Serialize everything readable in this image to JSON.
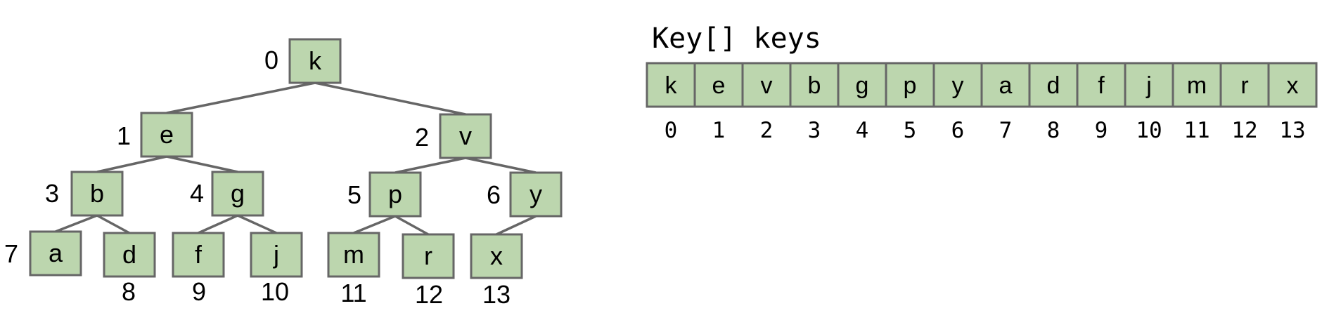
{
  "tree": {
    "nodes": [
      {
        "index": "0",
        "key": "k"
      },
      {
        "index": "1",
        "key": "e"
      },
      {
        "index": "2",
        "key": "v"
      },
      {
        "index": "3",
        "key": "b"
      },
      {
        "index": "4",
        "key": "g"
      },
      {
        "index": "5",
        "key": "p"
      },
      {
        "index": "6",
        "key": "y"
      },
      {
        "index": "7",
        "key": "a"
      },
      {
        "index": "8",
        "key": "d"
      },
      {
        "index": "9",
        "key": "f"
      },
      {
        "index": "10",
        "key": "j"
      },
      {
        "index": "11",
        "key": "m"
      },
      {
        "index": "12",
        "key": "r"
      },
      {
        "index": "13",
        "key": "x"
      }
    ]
  },
  "array": {
    "title": "Key[] keys",
    "cells": [
      "k",
      "e",
      "v",
      "b",
      "g",
      "p",
      "y",
      "a",
      "d",
      "f",
      "j",
      "m",
      "r",
      "x"
    ],
    "indices": [
      "0",
      "1",
      "2",
      "3",
      "4",
      "5",
      "6",
      "7",
      "8",
      "9",
      "10",
      "11",
      "12",
      "13"
    ]
  },
  "colors": {
    "node_fill": "#bcd6ae",
    "node_stroke": "#666666",
    "edge": "#666666"
  }
}
